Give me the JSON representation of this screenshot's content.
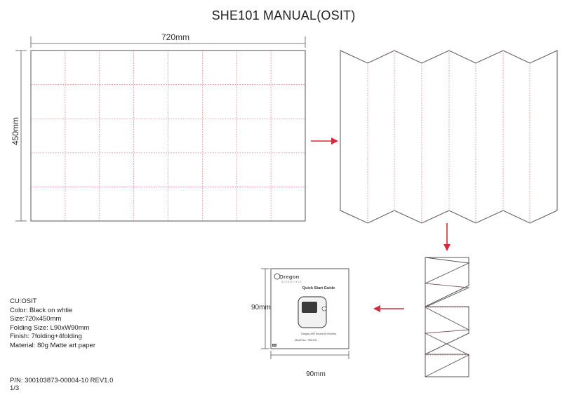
{
  "title": "SHE101 MANUAL(OSIT)",
  "dimensions": {
    "sheet_width": "720mm",
    "sheet_height": "450mm",
    "folded_height": "90mm",
    "folded_width": "90mm"
  },
  "cover": {
    "brand": "Oregon",
    "brand_sub": "SCIENTIFIC",
    "guide_title": "Quick Start Guide",
    "product_name": "Oregon AIR Smart Air Monitor",
    "model_label": "Model No.: SHE101",
    "badge": "EN"
  },
  "specs": [
    "CU:OSIT",
    "Color: Black on whtie",
    "Size:720x450mm",
    "Folding Size: L90xW90mm",
    "Finish: 7folding+4folding",
    "Material: 80g Matte art paper"
  ],
  "footer": {
    "part_number": "P/N: 300103873-00004-10 REV1.0",
    "page": "1/3"
  },
  "colors": {
    "fold_line": "#e06070",
    "arrow": "#d9283a",
    "outline": "#555555"
  }
}
